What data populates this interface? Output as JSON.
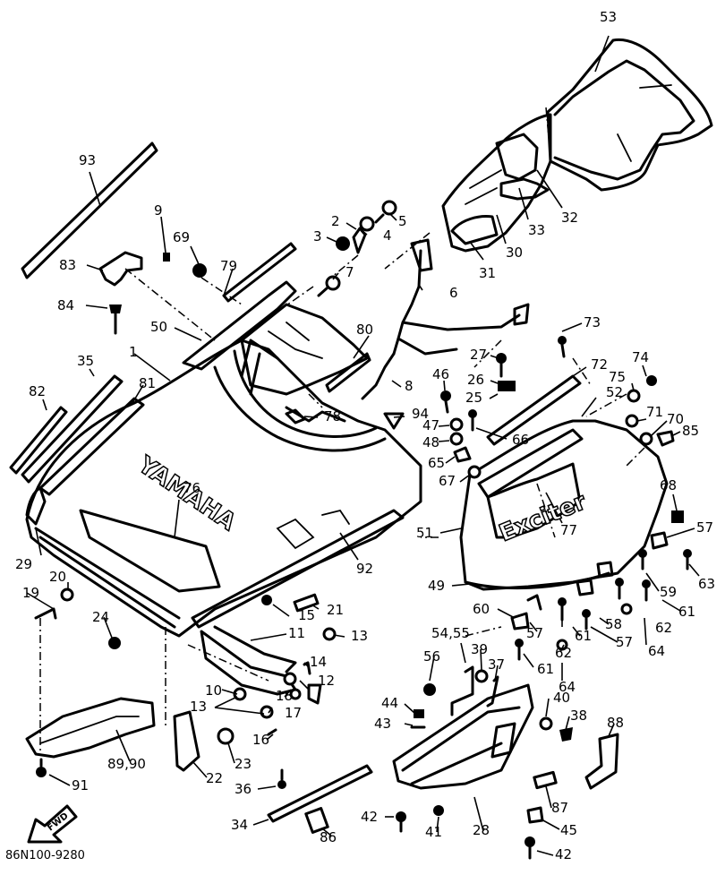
{
  "diagram_code": "86N100-9280",
  "brand_text": "YAMAHA",
  "model_text": "Exciter",
  "fwd_arrow_text": "FWD",
  "callouts": [
    {
      "id": "c53",
      "text": "53"
    },
    {
      "id": "c93",
      "text": "93"
    },
    {
      "id": "c32",
      "text": "32"
    },
    {
      "id": "c33",
      "text": "33"
    },
    {
      "id": "c30",
      "text": "30"
    },
    {
      "id": "c31",
      "text": "31"
    },
    {
      "id": "c9",
      "text": "9"
    },
    {
      "id": "c69",
      "text": "69"
    },
    {
      "id": "c2",
      "text": "2"
    },
    {
      "id": "c3",
      "text": "3"
    },
    {
      "id": "c4",
      "text": "4"
    },
    {
      "id": "c5",
      "text": "5"
    },
    {
      "id": "c79",
      "text": "79"
    },
    {
      "id": "c7",
      "text": "7"
    },
    {
      "id": "c6",
      "text": "6"
    },
    {
      "id": "c83",
      "text": "83"
    },
    {
      "id": "c84",
      "text": "84"
    },
    {
      "id": "c50",
      "text": "50"
    },
    {
      "id": "c80",
      "text": "80"
    },
    {
      "id": "c73",
      "text": "73"
    },
    {
      "id": "c35",
      "text": "35"
    },
    {
      "id": "c1",
      "text": "1"
    },
    {
      "id": "c27",
      "text": "27"
    },
    {
      "id": "c72",
      "text": "72"
    },
    {
      "id": "c74",
      "text": "74"
    },
    {
      "id": "c82",
      "text": "82"
    },
    {
      "id": "c81",
      "text": "81"
    },
    {
      "id": "c46",
      "text": "46"
    },
    {
      "id": "c26",
      "text": "26"
    },
    {
      "id": "c8",
      "text": "8"
    },
    {
      "id": "c75",
      "text": "75"
    },
    {
      "id": "c52",
      "text": "52"
    },
    {
      "id": "c25",
      "text": "25"
    },
    {
      "id": "c71",
      "text": "71"
    },
    {
      "id": "c70",
      "text": "70"
    },
    {
      "id": "c78",
      "text": "78"
    },
    {
      "id": "c94",
      "text": "94"
    },
    {
      "id": "c47",
      "text": "47"
    },
    {
      "id": "c85",
      "text": "85"
    },
    {
      "id": "c48",
      "text": "48"
    },
    {
      "id": "c66",
      "text": "66"
    },
    {
      "id": "c65",
      "text": "65"
    },
    {
      "id": "c76",
      "text": "76"
    },
    {
      "id": "c67",
      "text": "67"
    },
    {
      "id": "c68",
      "text": "68"
    },
    {
      "id": "c77",
      "text": "77"
    },
    {
      "id": "c51",
      "text": "51"
    },
    {
      "id": "c57a",
      "text": "57"
    },
    {
      "id": "c29",
      "text": "29"
    },
    {
      "id": "c92",
      "text": "92"
    },
    {
      "id": "c20",
      "text": "20"
    },
    {
      "id": "c63",
      "text": "63"
    },
    {
      "id": "c49",
      "text": "49"
    },
    {
      "id": "c59",
      "text": "59"
    },
    {
      "id": "c19",
      "text": "19"
    },
    {
      "id": "c21",
      "text": "21"
    },
    {
      "id": "c60",
      "text": "60"
    },
    {
      "id": "c61a",
      "text": "61"
    },
    {
      "id": "c58",
      "text": "58"
    },
    {
      "id": "c62a",
      "text": "62"
    },
    {
      "id": "c15",
      "text": "15"
    },
    {
      "id": "c57b",
      "text": "57"
    },
    {
      "id": "c24",
      "text": "24"
    },
    {
      "id": "c11",
      "text": "11"
    },
    {
      "id": "c13a",
      "text": "13"
    },
    {
      "id": "c61b",
      "text": "61"
    },
    {
      "id": "c57c",
      "text": "57"
    },
    {
      "id": "c64a",
      "text": "64"
    },
    {
      "id": "c54",
      "text": "54,55"
    },
    {
      "id": "c39",
      "text": "39"
    },
    {
      "id": "c62b",
      "text": "62"
    },
    {
      "id": "c14",
      "text": "14"
    },
    {
      "id": "c37",
      "text": "37"
    },
    {
      "id": "c61c",
      "text": "61"
    },
    {
      "id": "c56",
      "text": "56"
    },
    {
      "id": "c10",
      "text": "10"
    },
    {
      "id": "c12",
      "text": "12"
    },
    {
      "id": "c18",
      "text": "18"
    },
    {
      "id": "c64b",
      "text": "64"
    },
    {
      "id": "c13b",
      "text": "13"
    },
    {
      "id": "c17",
      "text": "17"
    },
    {
      "id": "c44",
      "text": "44"
    },
    {
      "id": "c40",
      "text": "40"
    },
    {
      "id": "c38",
      "text": "38"
    },
    {
      "id": "c43",
      "text": "43"
    },
    {
      "id": "c16",
      "text": "16"
    },
    {
      "id": "c88",
      "text": "88"
    },
    {
      "id": "c89",
      "text": "89,90"
    },
    {
      "id": "c23",
      "text": "23"
    },
    {
      "id": "c22",
      "text": "22"
    },
    {
      "id": "c91",
      "text": "91"
    },
    {
      "id": "c36",
      "text": "36"
    },
    {
      "id": "c87",
      "text": "87"
    },
    {
      "id": "c34",
      "text": "34"
    },
    {
      "id": "c42a",
      "text": "42"
    },
    {
      "id": "c41",
      "text": "41"
    },
    {
      "id": "c28",
      "text": "28"
    },
    {
      "id": "c45",
      "text": "45"
    },
    {
      "id": "c86",
      "text": "86"
    },
    {
      "id": "c42b",
      "text": "42"
    }
  ]
}
